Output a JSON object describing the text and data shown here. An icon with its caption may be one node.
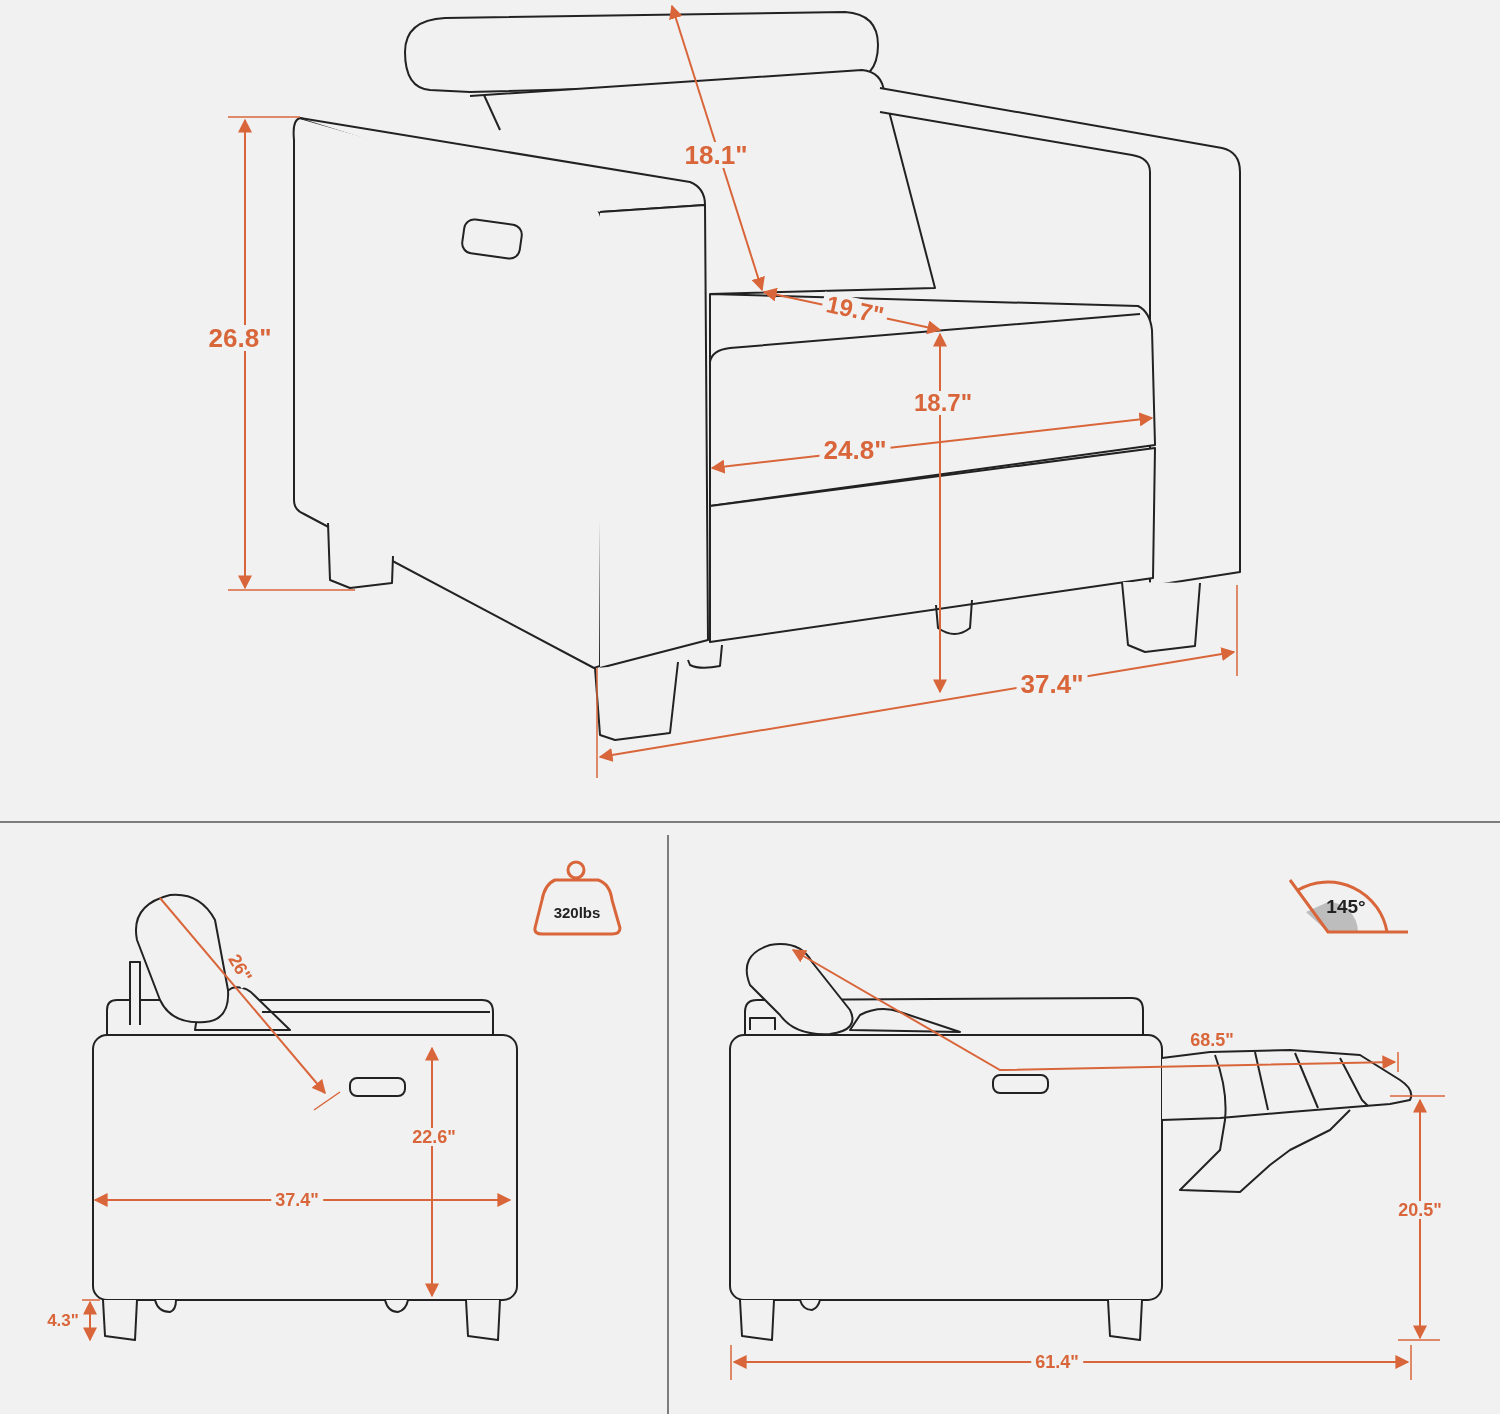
{
  "diagram": {
    "labels": [
      "18.1\"",
      "26.8\"",
      "19.7\"",
      "18.7\"",
      "24.8\"",
      "37.4\"",
      "320lbs",
      "26\"",
      "145°",
      "68.5\"",
      "22.6\"",
      "37.4\"",
      "20.5\"",
      "4.3\"",
      "61.4\""
    ]
  }
}
